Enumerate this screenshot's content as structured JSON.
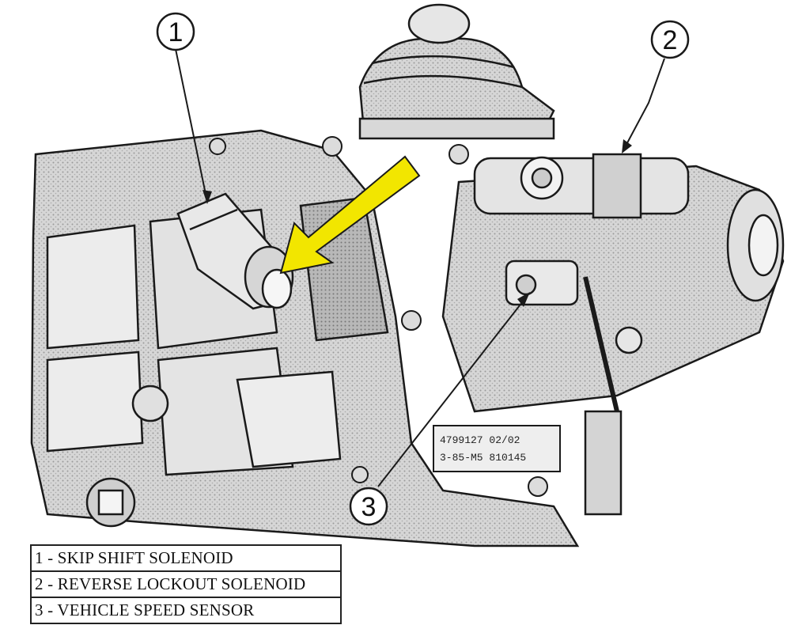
{
  "callouts": [
    {
      "number": "1"
    },
    {
      "number": "2"
    },
    {
      "number": "3"
    }
  ],
  "legend": [
    {
      "text": "1 - SKIP SHIFT SOLENOID"
    },
    {
      "text": "2 - REVERSE LOCKOUT SOLENOID"
    },
    {
      "text": "3 - VEHICLE SPEED SENSOR"
    }
  ],
  "part_stamp": {
    "line1": "4799127 02/02",
    "line2": "3-85-M5 810145"
  },
  "colors": {
    "arrow": "#f2e600",
    "line": "#1a1a1a",
    "shade": "#bdbdbd",
    "housing": "#e8e8e8"
  }
}
